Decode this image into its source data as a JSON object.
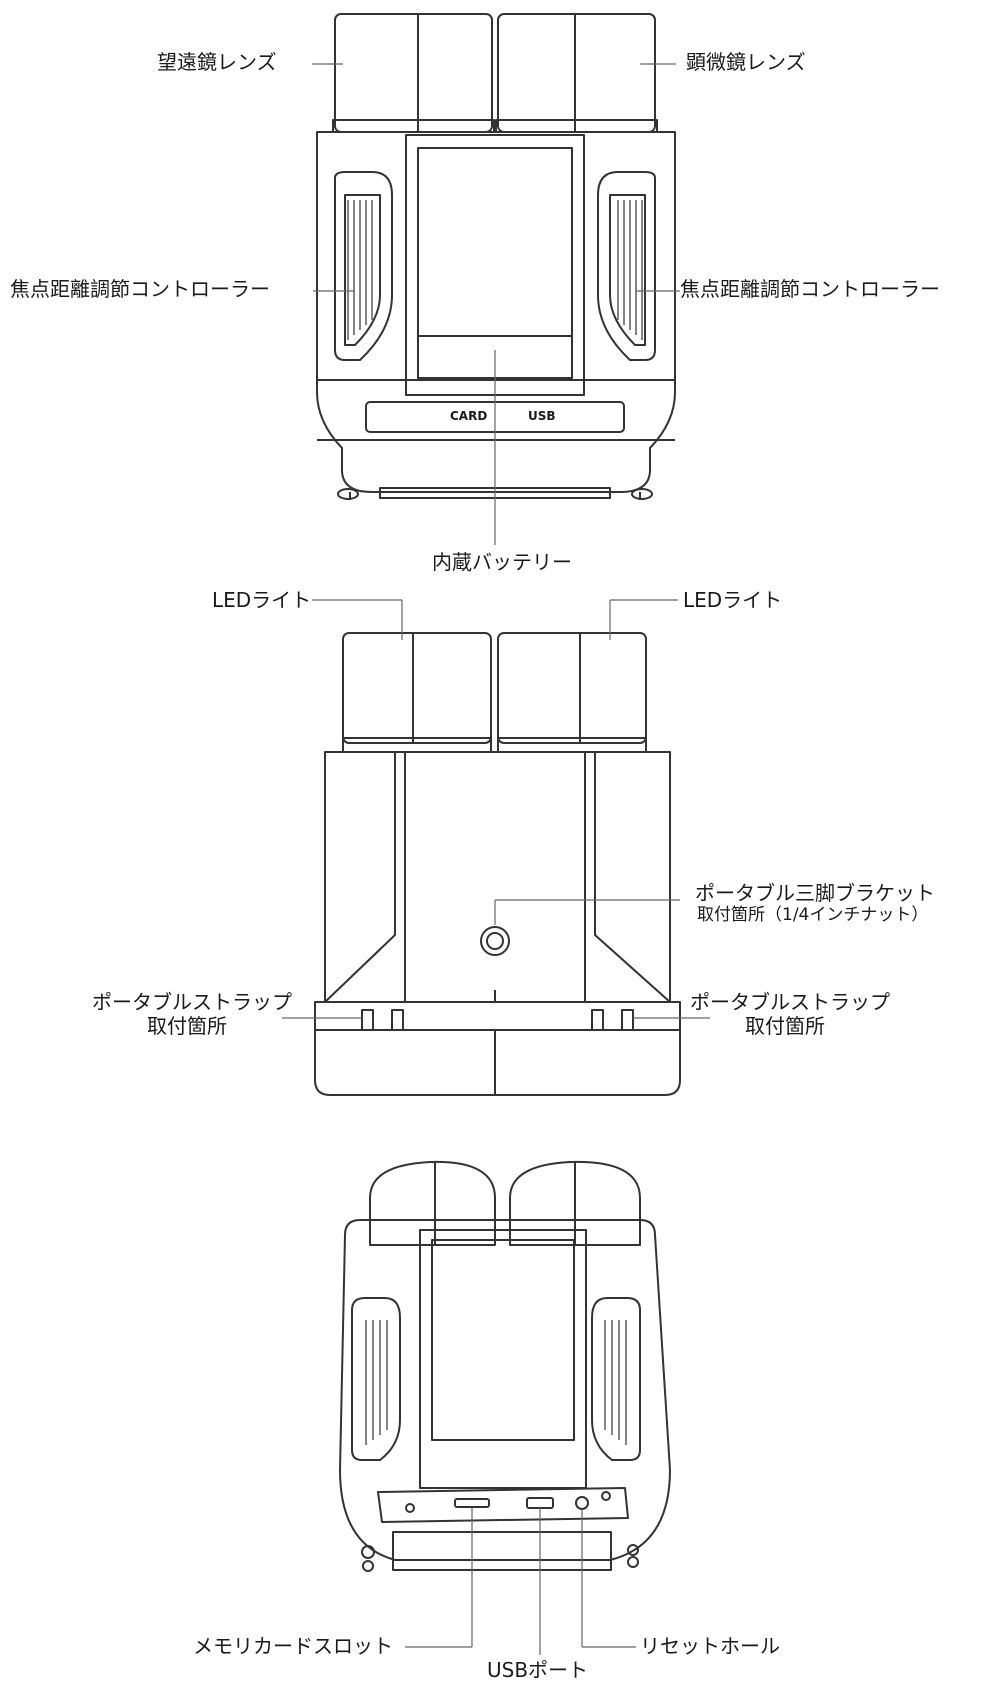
{
  "top_view": {
    "telescope_lens": "望遠鏡レンズ",
    "microscope_lens": "顕微鏡レンズ",
    "focus_left": "焦点距離調節コントローラー",
    "focus_right": "焦点距離調節コントローラー",
    "card_text": "CARD",
    "usb_text": "USB",
    "battery": "内蔵バッテリー"
  },
  "middle_view": {
    "led_left": "LEDライト",
    "led_right": "LEDライト",
    "tripod_line1": "ポータブル三脚ブラケット",
    "tripod_line2": "取付箇所（1/4インチナット）",
    "strap_left_line1": "ポータブルストラップ",
    "strap_left_line2": "取付箇所",
    "strap_right_line1": "ポータブルストラップ",
    "strap_right_line2": "取付箇所"
  },
  "bottom_view": {
    "memory_card_slot": "メモリカードスロット",
    "usb_port": "USBポート",
    "reset_hole": "リセットホール"
  },
  "colors": {
    "line": "#333333",
    "leader": "#666666"
  }
}
